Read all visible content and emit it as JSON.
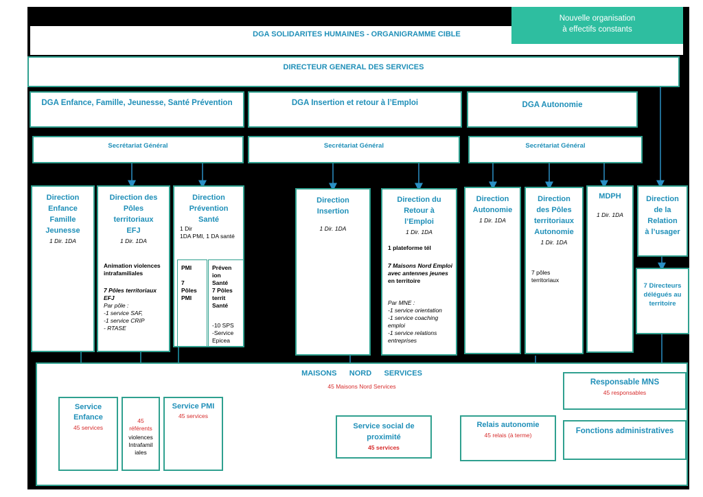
{
  "header": {
    "title": "DGA SOLIDARITES HUMAINES - ORGANIGRAMME CIBLE",
    "badge": "Nouvelle organisation\nà effectifs constants"
  },
  "dgs": "DIRECTEUR GENERAL DES SERVICES",
  "dgas": [
    {
      "title": "DGA Enfance, Famille, Jeunesse, Santé Prévention",
      "secretariat": "Secrétariat Général"
    },
    {
      "title": "DGA Insertion et retour à l’Emploi",
      "secretariat": "Secrétariat Général"
    },
    {
      "title": "DGA Autonomie",
      "secretariat": "Secrétariat Général"
    }
  ],
  "directions": {
    "enfance": {
      "title": "Direction\nEnfance\nFamille\nJeunesse",
      "sub": "1 Dir. 1DA"
    },
    "poles_efj": {
      "title": "Direction des\nPôles\nterritoriaux\nEFJ",
      "sub": "1 Dir. 1DA",
      "text1": "Animation violences intrafamiliales",
      "text2": "7 Pôles territoriaux EFJ",
      "text3": "Par pôle :\n-1 service SAF,\n-1 service CRIP\n- RTASE"
    },
    "prevention": {
      "title": "Direction\nPrévention\nSanté",
      "sub": "1 Dir\n1DA PMI, 1 DA santé",
      "pmi": "PMI\n\n7\nPôles\nPMI",
      "sante": "Préven\nion\nSanté\n7 Pôles\nterrit\nSanté",
      "sante_sub": "-10 SPS\n-Service\nEpicea"
    },
    "insertion": {
      "title": "Direction\nInsertion",
      "sub": "1 Dir. 1DA"
    },
    "retour_emploi": {
      "title": "Direction du\nRetour à\nl’Emploi",
      "sub": "1 Dir. 1DA",
      "text1": "1 plateforme tél",
      "text2": "7 Maisons Nord Emploi avec antennes jeunes",
      "text2b": " en territoire",
      "text3": "Par MNE :\n-1 service orientation\n-1 service coaching emploi\n-1 service relations entreprises"
    },
    "autonomie": {
      "title": "Direction\nAutonomie",
      "sub": "1 Dir. 1DA"
    },
    "poles_autonomie": {
      "title": "Direction\ndes Pôles\nterritoriaux\nAutonomie",
      "sub": "1 Dir. 1DA",
      "text": "7 pôles\nterritoriaux"
    },
    "mdph": {
      "title": "MDPH",
      "sub": "1 Dir. 1DA"
    },
    "relation_usager": {
      "title": "Direction\nde la\nRelation\nà l’usager"
    },
    "directeurs_delegues": "7 Directeurs\ndélégués au\nterritoire"
  },
  "mns": {
    "title": "MAISONS      NORD      SERVICES",
    "subtitle": "45 Maisons Nord Services",
    "service_enfance": {
      "title": "Service\nEnfance",
      "count": "45 services"
    },
    "referents": {
      "count": "45\nréférents",
      "text": "violences\nIntrafamil\niales"
    },
    "service_pmi": {
      "title": "Service PMI",
      "count": "45 services"
    },
    "service_social": {
      "title": "Service social de\nproximité",
      "count": "45 services"
    },
    "relais": {
      "title": "Relais autonomie",
      "count": "45 relais (à terme)"
    },
    "responsable": {
      "title": "Responsable MNS",
      "count": "45 responsables"
    },
    "fonctions": {
      "title": "Fonctions administratives"
    }
  }
}
